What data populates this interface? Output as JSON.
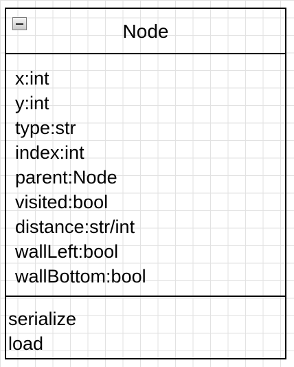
{
  "uml_class": {
    "name": "Node",
    "collapse_icon": "minus-square-icon",
    "attributes": [
      "x:int",
      "y:int",
      "type:str",
      "index:int",
      "parent:Node",
      "visited:bool",
      "distance:str/int",
      "wallLeft:bool",
      "wallBottom:bool"
    ],
    "methods": [
      "serialize",
      "load"
    ]
  },
  "colors": {
    "border": "#000000",
    "grid": "#e2e2e2",
    "background": "#ffffff"
  }
}
